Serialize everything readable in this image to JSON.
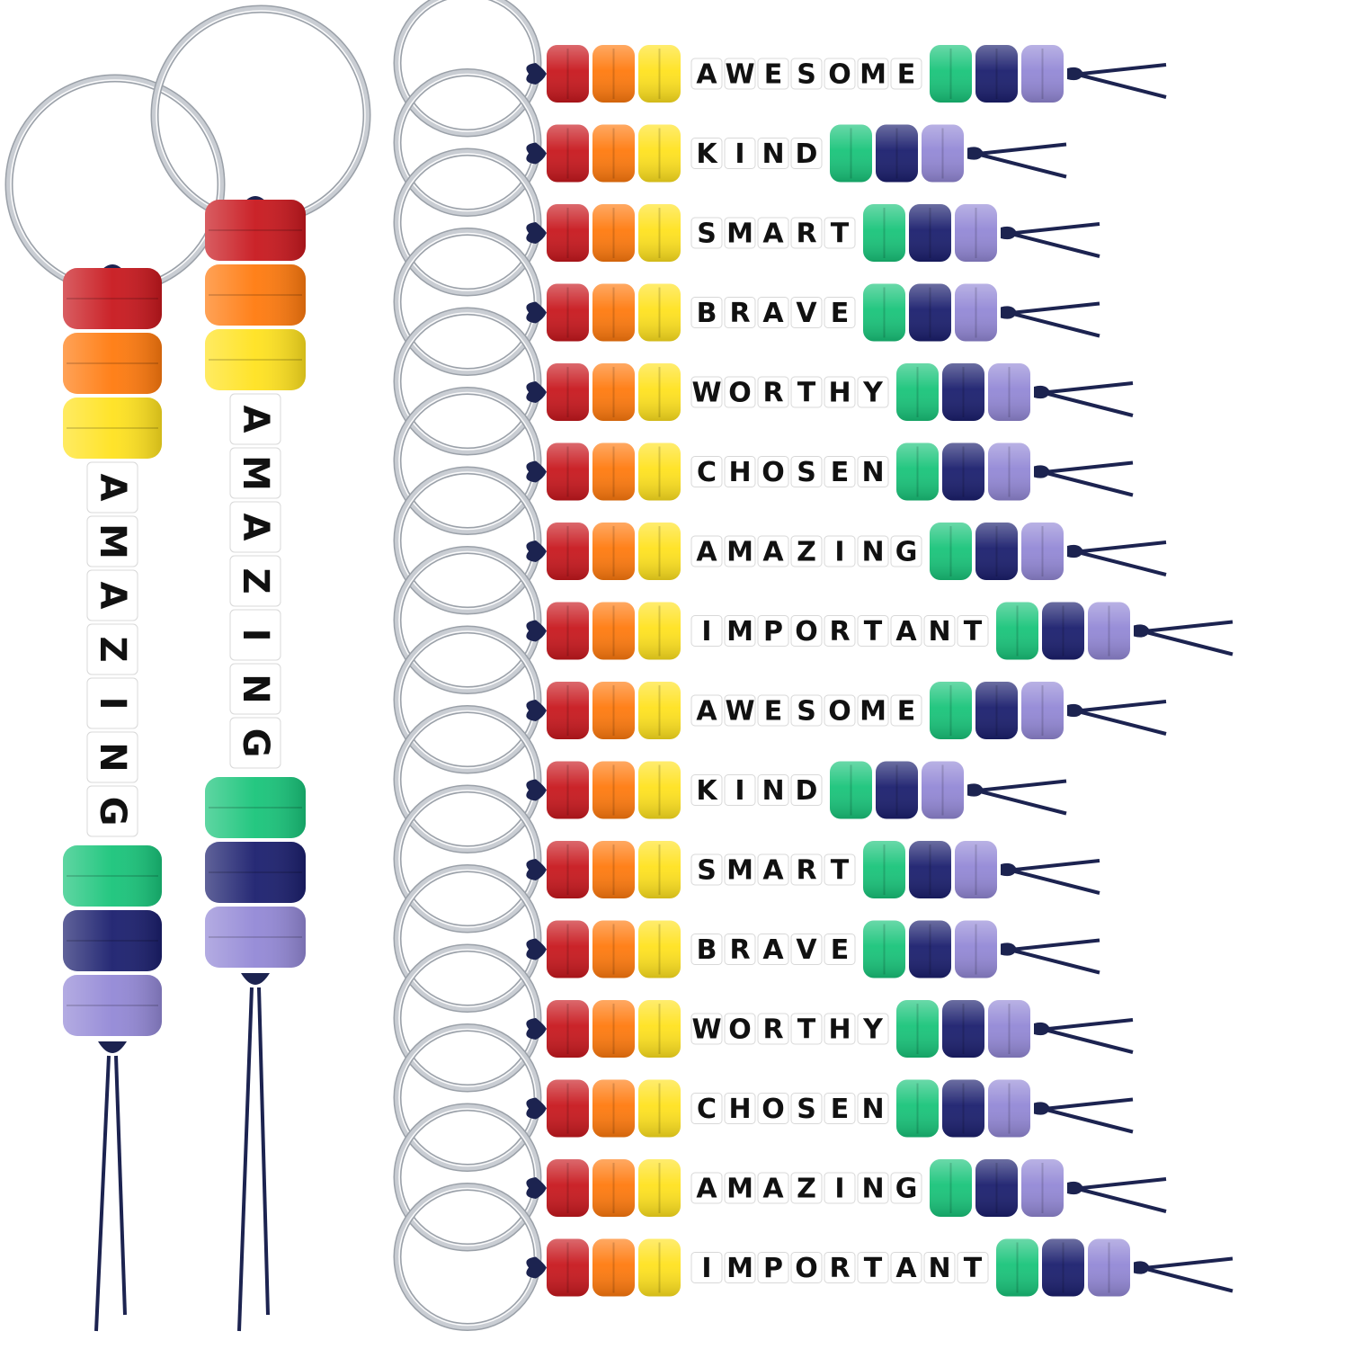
{
  "palette": {
    "red": "#c8181e",
    "orange": "#ff7a0e",
    "yellow": "#ffe21f",
    "green": "#19c47a",
    "navy": "#1b1f6e",
    "purple": "#9388d6",
    "cord": "#1c2350",
    "ring": "#c9cdd3",
    "cube": "#ffffff"
  },
  "vertical_keychains": [
    {
      "word": "AMAZING"
    },
    {
      "word": "AMAZING"
    }
  ],
  "horizontal_keychains": [
    {
      "word": "AWESOME"
    },
    {
      "word": "KIND"
    },
    {
      "word": "SMART"
    },
    {
      "word": "BRAVE"
    },
    {
      "word": "WORTHY"
    },
    {
      "word": "CHOSEN"
    },
    {
      "word": "AMAZING"
    },
    {
      "word": "IMPORTANT"
    },
    {
      "word": "AWESOME"
    },
    {
      "word": "KIND"
    },
    {
      "word": "SMART"
    },
    {
      "word": "BRAVE"
    },
    {
      "word": "WORTHY"
    },
    {
      "word": "CHOSEN"
    },
    {
      "word": "AMAZING"
    },
    {
      "word": "IMPORTANT"
    }
  ]
}
